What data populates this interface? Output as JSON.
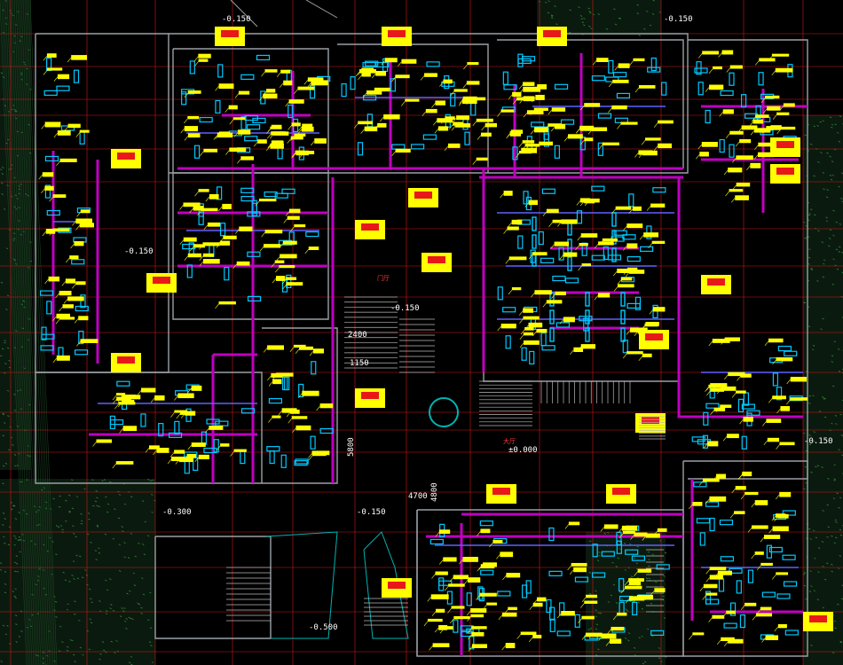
{
  "drawing": {
    "colors": {
      "background": "#000000",
      "grid": "#d01818",
      "walls": "#9aa0a6",
      "duct_supply": "#c000c0",
      "duct_fan": "#00c8ff",
      "tags": "#ffff00",
      "landscape": "#2e8b3e",
      "outline": "#00b3b3",
      "dimension": "#ffffff"
    },
    "levels": {
      "top": "-0.150",
      "top_right": "-0.150",
      "left": "-0.150",
      "right_mid": "-0.150",
      "bottom_left": "-0.300",
      "bottom_mid": "-0.150",
      "bottom_cut": "-0.500",
      "center_main": "±0.000",
      "center_step": "-0.150"
    },
    "dimensions": {
      "d1": "5800",
      "d2": "4800",
      "d3": "4700",
      "d4": "2400",
      "d5": "1150"
    },
    "room_labels": {
      "lobby": "门厅",
      "hall": "大厅"
    }
  }
}
